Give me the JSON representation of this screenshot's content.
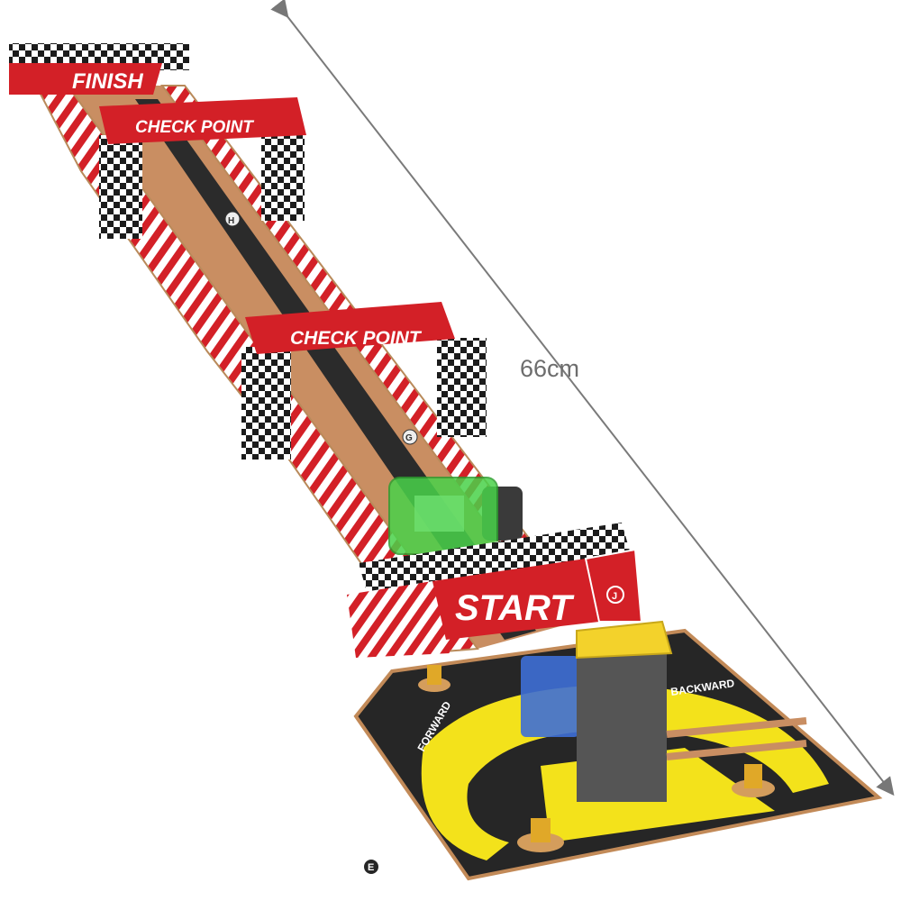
{
  "banners": {
    "finish": "FINISH",
    "checkpoint_far": "CHECK POINT",
    "checkpoint_near": "CHECK POINT",
    "start": "START"
  },
  "markers": {
    "h": "H",
    "g": "G",
    "j": "J",
    "e": "E"
  },
  "base": {
    "forward": "FORWARD",
    "backward": "BACKWARD"
  },
  "dimension": {
    "length": "66cm"
  },
  "colors": {
    "banner_red": "#d32027",
    "track_wood": "#c98e62",
    "track_stripe": "#2b2b2b",
    "base_black": "#262626",
    "base_yellow": "#f3e21b",
    "car_green": "#49d24a",
    "battery_blue": "#3e6fd6"
  }
}
